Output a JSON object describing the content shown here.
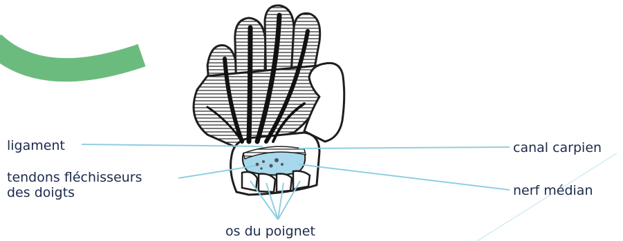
{
  "labels": {
    "ligament": "ligament",
    "tendons_line1": "tendons fléchisseurs",
    "tendons_line2": "des doigts",
    "canal": "canal carpien",
    "nerf": "nerf médian",
    "os": "os du poignet"
  },
  "colors": {
    "accent_arc": "#6cbb7e",
    "leader_line": "#8fcfe2",
    "canal_fill": "#a8d8ec",
    "ink": "#1e1e1e",
    "text": "#1b2a4a"
  }
}
